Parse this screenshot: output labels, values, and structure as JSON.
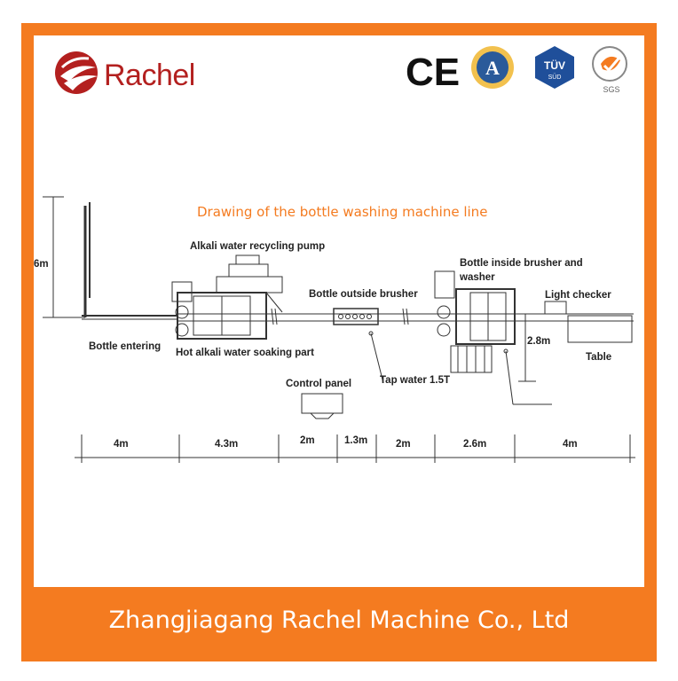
{
  "brand": {
    "name": "Rachel",
    "colors": {
      "frame": "#f47b20",
      "logo_red": "#b3201f"
    }
  },
  "certs": {
    "ce": "CE",
    "tuv_top": "TÜV",
    "tuv_bottom": "SÜD",
    "sgs": "SGS"
  },
  "diagram": {
    "title": "Drawing of the bottle washing machine line",
    "labels": {
      "alkali_pump": "Alkali water recycling pump",
      "height": "6m",
      "bottle_entering": "Bottle entering",
      "soaking": "Hot alkali water soaking part",
      "outside_brusher": "Bottle outside brusher",
      "inside_brusher_1": "Bottle inside brusher and",
      "inside_brusher_2": "washer",
      "light_checker": "Light checker",
      "table_height": "2.8m",
      "table": "Table",
      "tap_water": "Tap water 1.5T",
      "control_panel": "Control panel"
    },
    "dimensions": [
      "4m",
      "4.3m",
      "2m",
      "1.3m",
      "2m",
      "2.6m",
      "4m"
    ]
  },
  "footer": {
    "company": "Zhangjiagang Rachel Machine Co., Ltd"
  }
}
